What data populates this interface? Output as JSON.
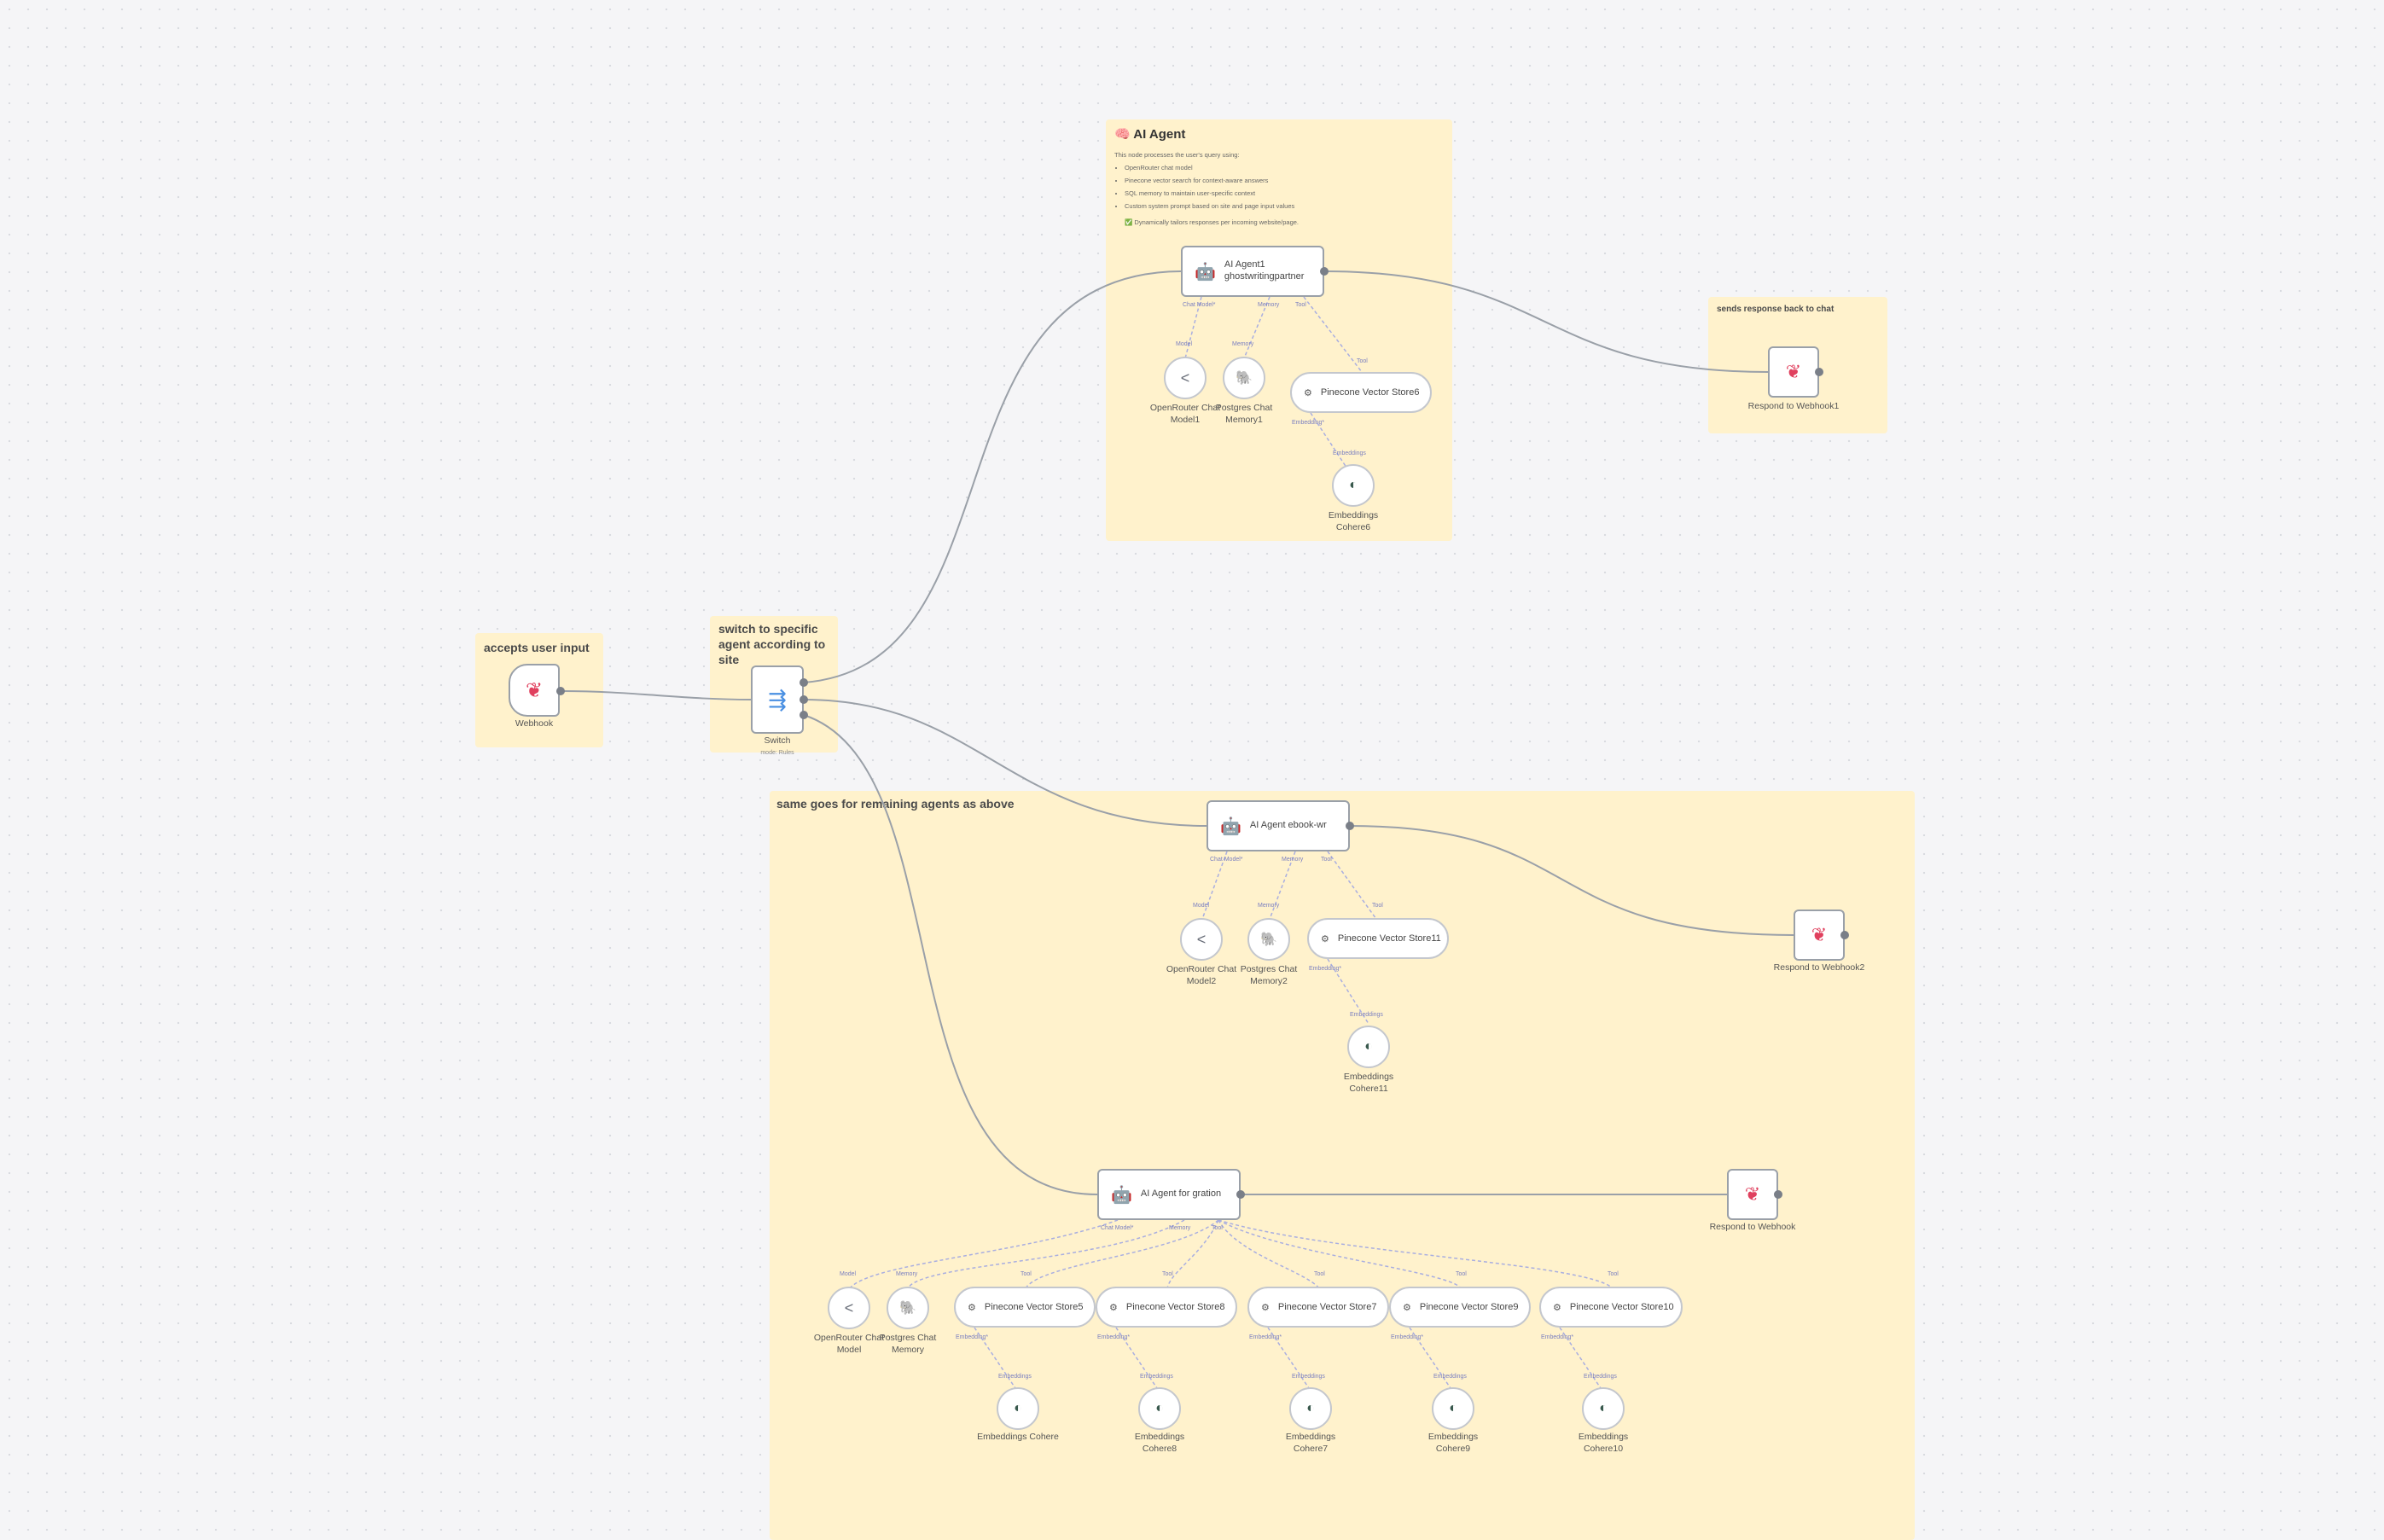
{
  "stickies": {
    "ai_agent": {
      "title": "🧠 AI Agent",
      "intro": "This node processes the user's query using:",
      "bullets": [
        "OpenRouter chat model",
        "Pinecone vector search for context-aware answers",
        "SQL memory to maintain user-specific context",
        "Custom system prompt based on site and page input values"
      ],
      "footer": "✅ Dynamically tailors responses per incoming website/page."
    },
    "sends_back": {
      "title": "sends response back to chat"
    },
    "accepts": {
      "title": "accepts user input"
    },
    "switch": {
      "title": "switch to specific agent according to site"
    },
    "same": {
      "title": "same goes for remaining agents as above"
    }
  },
  "nodes": {
    "webhook": {
      "label": "Webhook"
    },
    "switch": {
      "label": "Switch",
      "sublabel": "mode: Rules"
    },
    "agent1": {
      "label": "AI Agent1 ghostwritingpartner"
    },
    "agent2": {
      "label": "AI Agent ebook-wr"
    },
    "agent3": {
      "label": "AI Agent for gration"
    },
    "respond1": {
      "label": "Respond to Webhook1"
    },
    "respond2": {
      "label": "Respond to Webhook2"
    },
    "respond3": {
      "label": "Respond to Webhook"
    },
    "or1": {
      "label": "OpenRouter Chat Model1"
    },
    "pg1": {
      "label": "Postgres Chat Memory1"
    },
    "pc6": {
      "label": "Pinecone Vector Store6"
    },
    "emb6": {
      "label": "Embeddings Cohere6"
    },
    "or2": {
      "label": "OpenRouter Chat Model2"
    },
    "pg2": {
      "label": "Postgres Chat Memory2"
    },
    "pc11": {
      "label": "Pinecone Vector Store11"
    },
    "emb11": {
      "label": "Embeddings Cohere11"
    },
    "or3": {
      "label": "OpenRouter Chat Model"
    },
    "pg3": {
      "label": "Postgres Chat Memory"
    },
    "pc5": {
      "label": "Pinecone Vector Store5"
    },
    "pc8": {
      "label": "Pinecone Vector Store8"
    },
    "pc7": {
      "label": "Pinecone Vector Store7"
    },
    "pc9": {
      "label": "Pinecone Vector Store9"
    },
    "pc10": {
      "label": "Pinecone Vector Store10"
    },
    "embA": {
      "label": "Embeddings Cohere"
    },
    "embB": {
      "label": "Embeddings Cohere8"
    },
    "embC": {
      "label": "Embeddings Cohere7"
    },
    "embD": {
      "label": "Embeddings Cohere9"
    },
    "embE": {
      "label": "Embeddings Cohere10"
    }
  },
  "ports": {
    "chat_model": "Chat Model*",
    "memory": "Memory",
    "tool": "Tool",
    "model": "Model",
    "embedding": "Embedding*",
    "embeddings": "Embeddings"
  },
  "colors": {
    "canvas": "#f5f5f7",
    "sticky": "#fff2cc",
    "edge": "#9aa0a8",
    "dashed_edge": "#a9aee0",
    "webhook_icon": "#e0405e",
    "switch_icon": "#4a90e2"
  },
  "icons": {
    "webhook": "webhook-icon",
    "switch": "switch-icon",
    "agent": "robot-icon",
    "openrouter": "openrouter-icon",
    "postgres": "postgres-elephant-icon",
    "pinecone": "pinecone-icon",
    "cohere": "cohere-icon"
  }
}
